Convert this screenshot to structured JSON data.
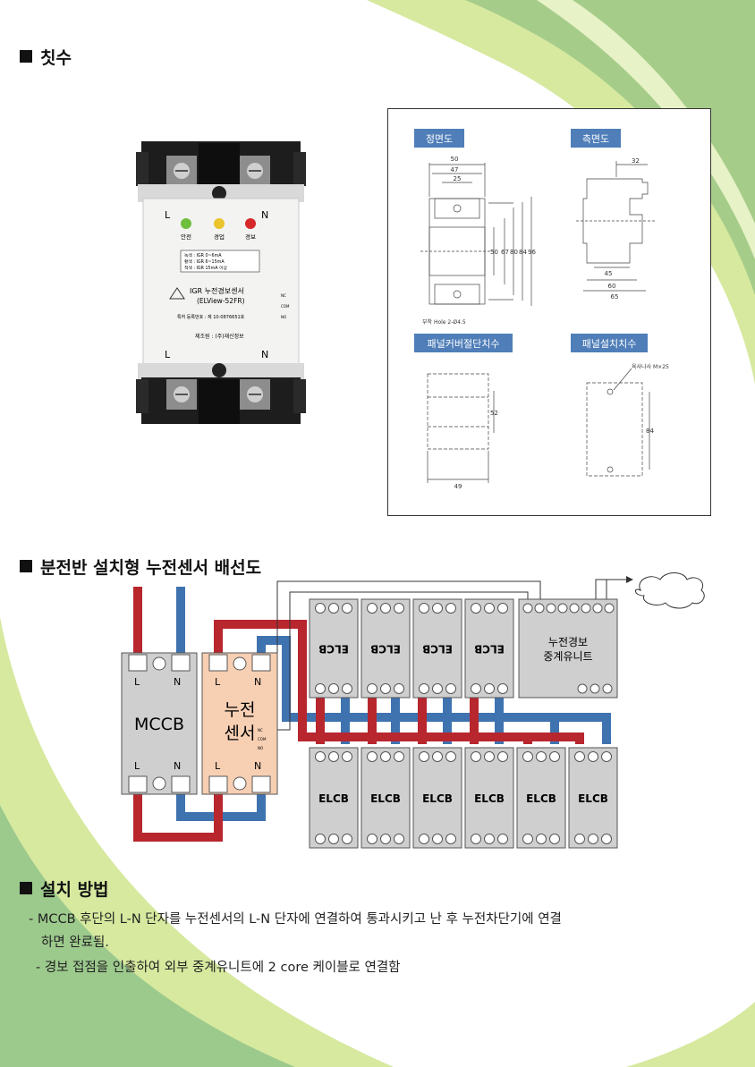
{
  "sections": {
    "dimensions": "칫수",
    "wiring": "분전반 설치형 누전센서 배선도",
    "install": "설치 방법"
  },
  "product": {
    "terminal_L": "L",
    "terminal_N": "N",
    "led_labels": [
      "안전",
      "경업",
      "경보"
    ],
    "spec_lines": [
      "녹색 : IGR 0~6mA",
      "황색 : IGR 6~15mA",
      "적색 : IGR 15mA 이상"
    ],
    "name_line": "IGR 누전경보센서",
    "model": "(ELView-52FR)",
    "patent": "특허 등록번호 : 제 10-0876651호",
    "maker": "제조원 : (주)재신정보",
    "contact_labels": [
      "NC",
      "COM",
      "NO"
    ]
  },
  "drawing": {
    "front_label": "정면도",
    "side_label": "측면도",
    "cut_label": "패널커버절단치수",
    "mount_label": "패널설치치수",
    "front_dims": [
      "50",
      "47",
      "25",
      "50",
      "67",
      "80",
      "84",
      "96"
    ],
    "side_dims": [
      "32",
      "45",
      "60",
      "65"
    ],
    "hole_note": "부착 Hole 2-Ø4.5",
    "cut_dims": [
      "52",
      "49"
    ],
    "mount_note": "육사나사 M×25",
    "mount_dims": [
      "84"
    ]
  },
  "wiring": {
    "mccb": "MCCB",
    "sensor_line1": "누전",
    "sensor_line2": "센서",
    "terminal_L": "L",
    "terminal_N": "N",
    "elcb": "ELCB",
    "relay_line1": "누전경보",
    "relay_line2": "중계유니트",
    "contacts": [
      "NC",
      "COM",
      "NO"
    ]
  },
  "install": {
    "line1": "- MCCB 후단의 L-N 단자를 누전센서의 L-N 단자에 연결하여 통과시키고 난 후 누전차단기에 연결",
    "line1b": "하면 완료됨.",
    "line2": "- 경보 접점을 인출하여 외부 중계유니트에 2 core 케이블로 연결함"
  },
  "colors": {
    "bg_green_light": "#d4e89c",
    "bg_green_dark": "#98c58c",
    "label_blue": "#4f7eb8",
    "wire_red": "#b8262e",
    "wire_blue": "#3f73b0",
    "sensor_fill": "#f7cfb3"
  }
}
